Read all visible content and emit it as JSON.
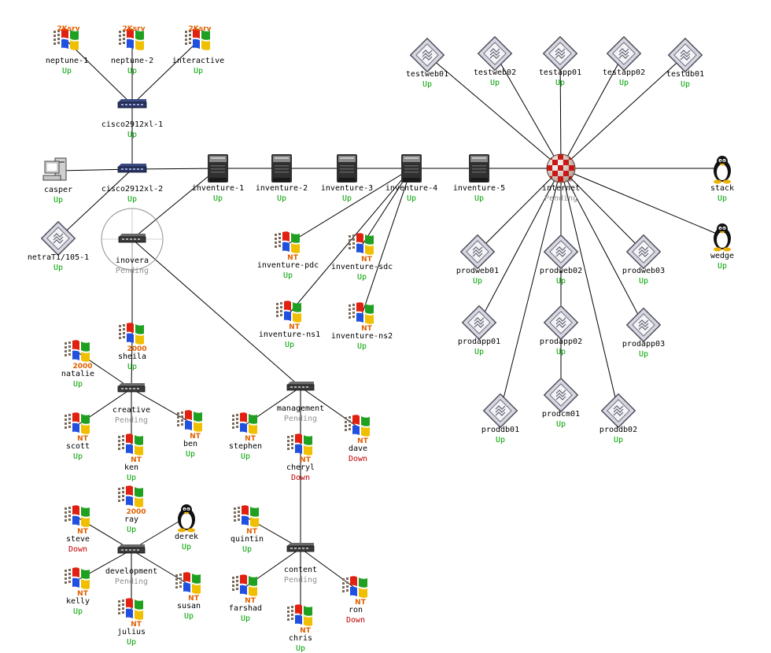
{
  "colors": {
    "Up": "#00a000",
    "Down": "#c00000",
    "Pending": "#909090"
  },
  "nodes": [
    {
      "id": "neptune-1",
      "label": "neptune-1",
      "status": "Up",
      "icon": "windows-2ksrv"
    },
    {
      "id": "neptune-2",
      "label": "neptune-2",
      "status": "Up",
      "icon": "windows-2ksrv"
    },
    {
      "id": "interactive",
      "label": "interactive",
      "status": "Up",
      "icon": "windows-2ksrv"
    },
    {
      "id": "cisco1",
      "label": "cisco2912xl-1",
      "status": "Up",
      "icon": "switch"
    },
    {
      "id": "cisco2",
      "label": "cisco2912xl-2",
      "status": "Up",
      "icon": "switch"
    },
    {
      "id": "casper",
      "label": "casper",
      "status": "Up",
      "icon": "workstation"
    },
    {
      "id": "netra",
      "label": "netraT1/105-1",
      "status": "Up",
      "icon": "sun-server"
    },
    {
      "id": "inovera",
      "label": "inovera",
      "status": "Pending",
      "icon": "hub-selected"
    },
    {
      "id": "inventure-1",
      "label": "inventure-1",
      "status": "Up",
      "icon": "server-tower"
    },
    {
      "id": "inventure-2",
      "label": "inventure-2",
      "status": "Up",
      "icon": "server-tower"
    },
    {
      "id": "inventure-3",
      "label": "inventure-3",
      "status": "Up",
      "icon": "server-tower"
    },
    {
      "id": "inventure-4",
      "label": "inventure-4",
      "status": "Up",
      "icon": "server-tower"
    },
    {
      "id": "inventure-5",
      "label": "inventure-5",
      "status": "Up",
      "icon": "server-tower"
    },
    {
      "id": "inventure-pdc",
      "label": "inventure-pdc",
      "status": "Up",
      "icon": "windows-nt"
    },
    {
      "id": "inventure-sdc",
      "label": "inventure-sdc",
      "status": "Up",
      "icon": "windows-nt"
    },
    {
      "id": "inventure-ns1",
      "label": "inventure-ns1",
      "status": "Up",
      "icon": "windows-nt"
    },
    {
      "id": "inventure-ns2",
      "label": "inventure-ns2",
      "status": "Up",
      "icon": "windows-nt"
    },
    {
      "id": "internet",
      "label": "internet",
      "status": "Pending",
      "icon": "internet-globe"
    },
    {
      "id": "testweb01",
      "label": "testweb01",
      "status": "Up",
      "icon": "sun-server"
    },
    {
      "id": "testweb02",
      "label": "testweb02",
      "status": "Up",
      "icon": "sun-server"
    },
    {
      "id": "testapp01",
      "label": "testapp01",
      "status": "Up",
      "icon": "sun-server"
    },
    {
      "id": "testapp02",
      "label": "testapp02",
      "status": "Up",
      "icon": "sun-server"
    },
    {
      "id": "testdb01",
      "label": "testdb01",
      "status": "Up",
      "icon": "sun-server"
    },
    {
      "id": "stack",
      "label": "stack",
      "status": "Up",
      "icon": "linux-tux"
    },
    {
      "id": "wedge",
      "label": "wedge",
      "status": "Up",
      "icon": "linux-tux"
    },
    {
      "id": "prodweb01",
      "label": "prodweb01",
      "status": "Up",
      "icon": "sun-server"
    },
    {
      "id": "prodweb02",
      "label": "prodweb02",
      "status": "Up",
      "icon": "sun-server"
    },
    {
      "id": "prodweb03",
      "label": "prodweb03",
      "status": "Up",
      "icon": "sun-server"
    },
    {
      "id": "prodapp01",
      "label": "prodapp01",
      "status": "Up",
      "icon": "sun-server"
    },
    {
      "id": "prodapp02",
      "label": "prodapp02",
      "status": "Up",
      "icon": "sun-server"
    },
    {
      "id": "prodapp03",
      "label": "prodapp03",
      "status": "Up",
      "icon": "sun-server"
    },
    {
      "id": "prodcm01",
      "label": "prodcm01",
      "status": "Up",
      "icon": "sun-server"
    },
    {
      "id": "proddb01",
      "label": "proddb01",
      "status": "Up",
      "icon": "sun-server"
    },
    {
      "id": "proddb02",
      "label": "proddb02",
      "status": "Up",
      "icon": "sun-server"
    },
    {
      "id": "sheila",
      "label": "sheila",
      "status": "Up",
      "icon": "windows-2000"
    },
    {
      "id": "natalie",
      "label": "natalie",
      "status": "Up",
      "icon": "windows-2000"
    },
    {
      "id": "creative",
      "label": "creative",
      "status": "Pending",
      "icon": "hub"
    },
    {
      "id": "scott",
      "label": "scott",
      "status": "Up",
      "icon": "windows-nt"
    },
    {
      "id": "ben",
      "label": "ben",
      "status": "Up",
      "icon": "windows-nt"
    },
    {
      "id": "ken",
      "label": "ken",
      "status": "Up",
      "icon": "windows-nt"
    },
    {
      "id": "ray",
      "label": "ray",
      "status": "Up",
      "icon": "windows-2000"
    },
    {
      "id": "management",
      "label": "management",
      "status": "Pending",
      "icon": "hub"
    },
    {
      "id": "stephen",
      "label": "stephen",
      "status": "Up",
      "icon": "windows-nt"
    },
    {
      "id": "cheryl",
      "label": "cheryl",
      "status": "Down",
      "icon": "windows-nt"
    },
    {
      "id": "dave",
      "label": "dave",
      "status": "Down",
      "icon": "windows-nt"
    },
    {
      "id": "steve",
      "label": "steve",
      "status": "Down",
      "icon": "windows-nt"
    },
    {
      "id": "derek",
      "label": "derek",
      "status": "Up",
      "icon": "linux-tux"
    },
    {
      "id": "development",
      "label": "development",
      "status": "Pending",
      "icon": "hub"
    },
    {
      "id": "kelly",
      "label": "kelly",
      "status": "Up",
      "icon": "windows-nt"
    },
    {
      "id": "susan",
      "label": "susan",
      "status": "Up",
      "icon": "windows-nt"
    },
    {
      "id": "julius",
      "label": "julius",
      "status": "Up",
      "icon": "windows-nt"
    },
    {
      "id": "quintin",
      "label": "quintin",
      "status": "Up",
      "icon": "windows-nt"
    },
    {
      "id": "content",
      "label": "content",
      "status": "Pending",
      "icon": "hub"
    },
    {
      "id": "farshad",
      "label": "farshad",
      "status": "Up",
      "icon": "windows-nt"
    },
    {
      "id": "chris",
      "label": "chris",
      "status": "Up",
      "icon": "windows-nt"
    },
    {
      "id": "ron",
      "label": "ron",
      "status": "Down",
      "icon": "windows-nt"
    }
  ],
  "edges": [
    [
      "neptune-1",
      "cisco1"
    ],
    [
      "neptune-2",
      "cisco1"
    ],
    [
      "interactive",
      "cisco1"
    ],
    [
      "cisco1",
      "cisco2"
    ],
    [
      "casper",
      "cisco2"
    ],
    [
      "cisco2",
      "inventure-1"
    ],
    [
      "cisco2",
      "netra"
    ],
    [
      "inventure-1",
      "inovera"
    ],
    [
      "inovera",
      "sheila"
    ],
    [
      "inovera",
      "management"
    ],
    [
      "inventure-1",
      "inventure-2"
    ],
    [
      "inventure-2",
      "inventure-3"
    ],
    [
      "inventure-3",
      "inventure-4"
    ],
    [
      "inventure-4",
      "inventure-5"
    ],
    [
      "inventure-5",
      "internet"
    ],
    [
      "inventure-4",
      "inventure-pdc"
    ],
    [
      "inventure-4",
      "inventure-sdc"
    ],
    [
      "inventure-4",
      "inventure-ns1"
    ],
    [
      "inventure-4",
      "inventure-ns2"
    ],
    [
      "internet",
      "testweb01"
    ],
    [
      "internet",
      "testweb02"
    ],
    [
      "internet",
      "testapp01"
    ],
    [
      "internet",
      "testapp02"
    ],
    [
      "internet",
      "testdb01"
    ],
    [
      "internet",
      "stack"
    ],
    [
      "internet",
      "wedge"
    ],
    [
      "internet",
      "prodweb01"
    ],
    [
      "internet",
      "prodweb02"
    ],
    [
      "internet",
      "prodweb03"
    ],
    [
      "internet",
      "prodapp01"
    ],
    [
      "internet",
      "prodapp03"
    ],
    [
      "internet",
      "proddb01"
    ],
    [
      "internet",
      "proddb02"
    ],
    [
      "prodweb02",
      "prodapp02"
    ],
    [
      "prodapp02",
      "prodcm01"
    ],
    [
      "sheila",
      "creative"
    ],
    [
      "natalie",
      "creative"
    ],
    [
      "creative",
      "scott"
    ],
    [
      "creative",
      "ben"
    ],
    [
      "creative",
      "ken"
    ],
    [
      "management",
      "stephen"
    ],
    [
      "management",
      "cheryl"
    ],
    [
      "management",
      "dave"
    ],
    [
      "cheryl",
      "content"
    ],
    [
      "steve",
      "development"
    ],
    [
      "derek",
      "development"
    ],
    [
      "development",
      "kelly"
    ],
    [
      "development",
      "susan"
    ],
    [
      "development",
      "julius"
    ],
    [
      "quintin",
      "content"
    ],
    [
      "content",
      "farshad"
    ],
    [
      "content",
      "chris"
    ],
    [
      "content",
      "ron"
    ]
  ]
}
